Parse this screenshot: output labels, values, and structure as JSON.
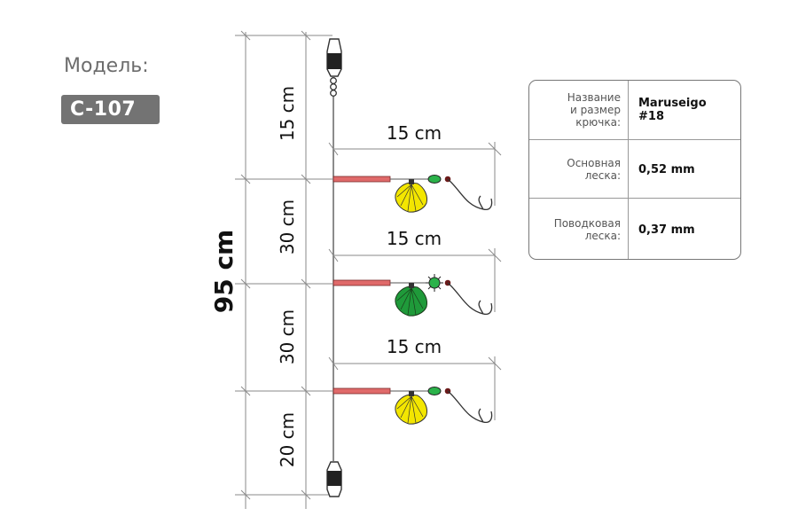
{
  "model": {
    "label": "Модель:",
    "code": "C-107"
  },
  "diagram": {
    "total_length": "95 cm",
    "segments": [
      "15 cm",
      "30 cm",
      "30 cm",
      "20 cm"
    ],
    "leader_length": "15 cm",
    "leaders": [
      {
        "lure": "yellow shell",
        "shell_color": "#f3e600",
        "bead": "green oval"
      },
      {
        "lure": "green shell",
        "shell_color": "#1f9a3a",
        "bead": "green spiked"
      },
      {
        "lure": "yellow shell",
        "shell_color": "#f3e600",
        "bead": "green oval"
      }
    ],
    "colors": {
      "tube": "#e06a6a",
      "bead": "#2bb24a",
      "line": "#666666"
    }
  },
  "specs": [
    {
      "label": "Название\nи размер\nкрючка:",
      "value": "Maruseigo\n#18"
    },
    {
      "label": "Основная\nлеска:",
      "value": "0,52 mm"
    },
    {
      "label": "Поводковая\nлеска:",
      "value": "0,37 mm"
    }
  ]
}
